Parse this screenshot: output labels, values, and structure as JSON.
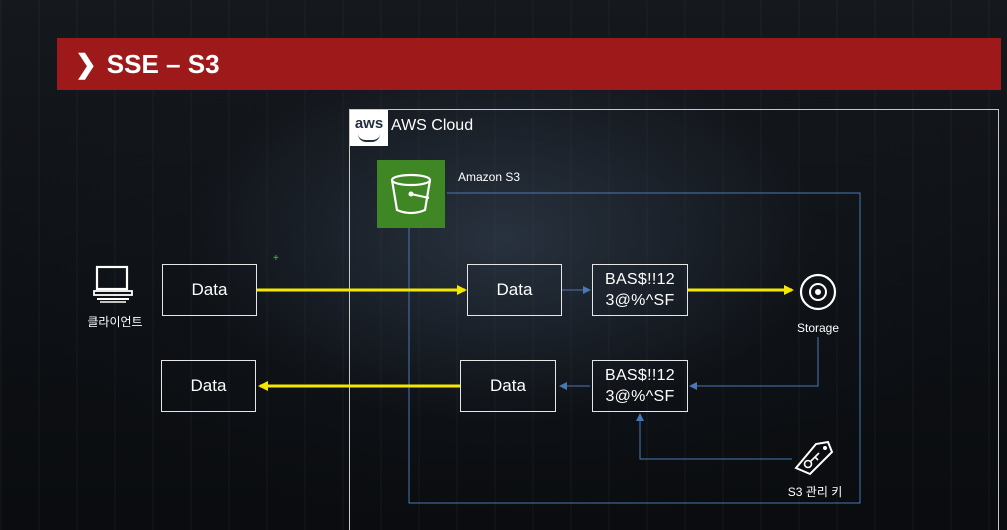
{
  "header": {
    "chevron": "❯",
    "title": "SSE – S3"
  },
  "cloud": {
    "logo_text": "aws",
    "label": "AWS Cloud"
  },
  "service": {
    "label": "Amazon S3",
    "icon": "bucket-icon",
    "icon_color": "#3f8624"
  },
  "client": {
    "icon": "computer-icon",
    "label": "클라이언트"
  },
  "flow_upload": {
    "client_box": "Data",
    "s3_box": "Data",
    "encrypted_line1": "BAS$!!12",
    "encrypted_line2": "3@%^SF"
  },
  "flow_download": {
    "client_box": "Data",
    "s3_box": "Data",
    "encrypted_line1": "BAS$!!12",
    "encrypted_line2": "3@%^SF"
  },
  "storage": {
    "icon": "disk-icon",
    "label": "Storage"
  },
  "key": {
    "icon": "key-tag-icon",
    "label": "S3 관리 키"
  },
  "colors": {
    "title_bar": "#9e1a1a",
    "arrow_main": "#f5e800",
    "arrow_thin": "#4a78b5",
    "frame": "#c8c8c8"
  }
}
